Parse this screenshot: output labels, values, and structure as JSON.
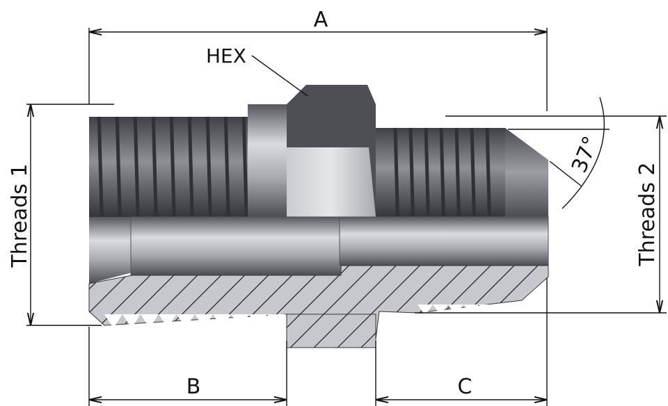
{
  "labels": {
    "dim_a": "A",
    "dim_b": "B",
    "dim_c": "C",
    "hex": "HEX",
    "threads_1": "Threads 1",
    "threads_2": "Threads 2",
    "angle": "37°"
  },
  "colors": {
    "metal_dark": "#4a4c52",
    "metal_mid": "#8c8e94",
    "metal_light": "#cfd1d6",
    "section_fill": "#c2c4c9",
    "line": "#111111"
  }
}
